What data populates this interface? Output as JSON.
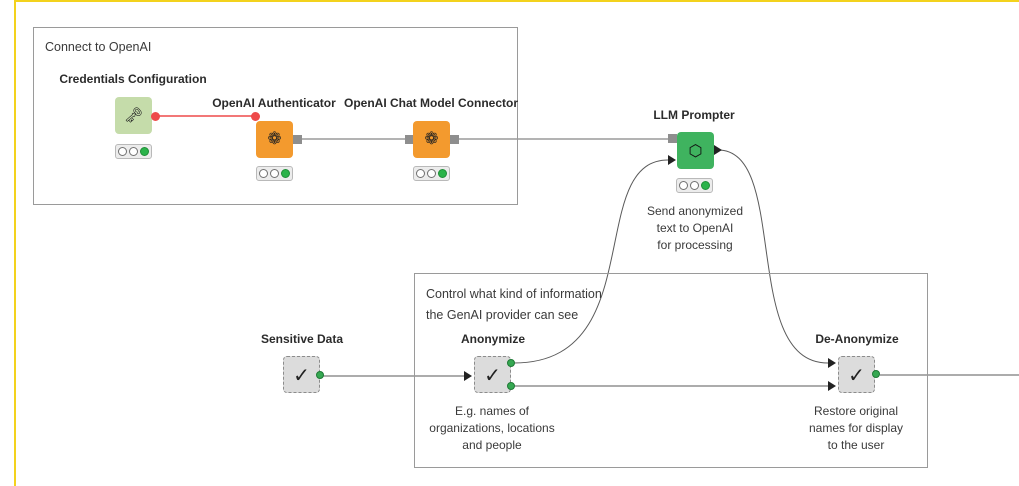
{
  "annotations": {
    "connect_openai": {
      "text": "Connect to OpenAI"
    },
    "control_info": {
      "text": "Control what kind of information\nthe GenAI provider can see"
    }
  },
  "nodes": {
    "credentials_configuration": {
      "title": "Credentials Configuration",
      "icon": "credentials-icon",
      "color": "#c5dcaa",
      "status": [
        "off",
        "off",
        "on"
      ]
    },
    "openai_authenticator": {
      "title": "OpenAI Authenticator",
      "icon": "openai-icon",
      "color": "#f39a2e",
      "status": [
        "off",
        "off",
        "on"
      ]
    },
    "openai_chat_model_connector": {
      "title": "OpenAI Chat Model Connector",
      "icon": "openai-icon",
      "color": "#f39a2e",
      "status": [
        "off",
        "off",
        "on"
      ]
    },
    "llm_prompter": {
      "title": "LLM Prompter",
      "icon": "brain-chip-icon",
      "color": "#3fb35f",
      "description": "Send anonymized\ntext to OpenAI\nfor processing",
      "status": [
        "off",
        "off",
        "on"
      ]
    },
    "sensitive_data": {
      "title": "Sensitive Data",
      "icon": "checkmark-icon"
    },
    "anonymize": {
      "title": "Anonymize",
      "icon": "checkmark-icon",
      "description": "E.g. names of\norganizations, locations\nand people"
    },
    "de_anonymize": {
      "title": "De-Anonymize",
      "icon": "checkmark-icon",
      "description": "Restore original\nnames for display\nto the user"
    }
  },
  "colors": {
    "canvas_border": "#f3d21d",
    "annotation_border": "#9a9a9a",
    "credentials_wire": "#ee4a4a",
    "data_wire": "#5a5a5a",
    "model_wire": "#9a9a9a"
  }
}
